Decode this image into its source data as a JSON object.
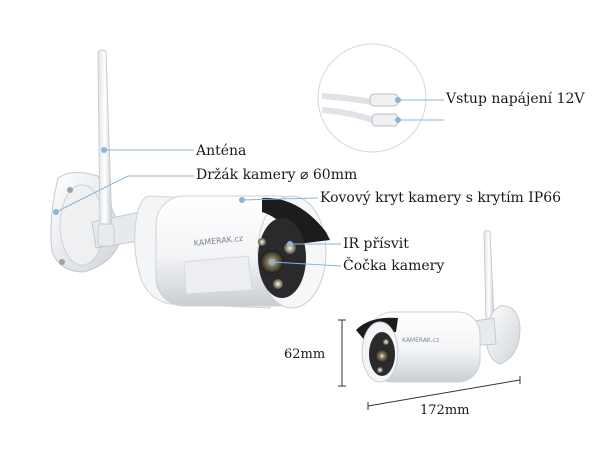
{
  "labels": {
    "antenna": "Anténa",
    "mount": "Držák kamery  ⌀ 60mm",
    "housing": "Kovový kryt kamery s krytím IP66",
    "ir": "IR přísvit",
    "lens": "Čočka kamery",
    "power": "Vstup napájení 12V",
    "height": "62mm",
    "width": "172mm"
  },
  "brand": "KAMERAK.cz",
  "colors": {
    "leader": "#8fb4d4",
    "dot": "#8fb4d4",
    "body_light": "#ffffff",
    "body_shade": "#d9dde2",
    "hood": "#1c1c1e",
    "dim_line": "#333333"
  }
}
